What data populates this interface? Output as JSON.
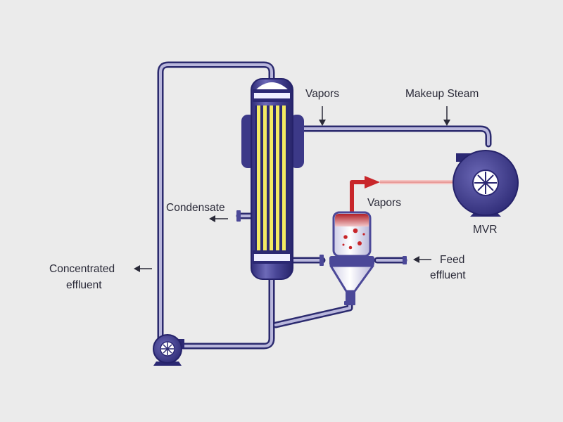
{
  "labels": {
    "vapors_top": "Vapors",
    "makeup_steam": "Makeup Steam",
    "vapors_red": "Vapors",
    "condensate": "Condensate",
    "concentrated_line1": "Concentrated",
    "concentrated_line2": "effluent",
    "feed_line1": "Feed",
    "feed_line2": "effluent",
    "mvr": "MVR"
  },
  "colors": {
    "background": "#ebebeb",
    "pipe_outline": "#2b2a6e",
    "pipe_fill": "#b9b7dc",
    "vessel": "#4b4898",
    "tube_yellow": "#f3ea62",
    "vapor_red": "#c8262a",
    "text": "#2a2a38"
  },
  "icons": [
    "fan-impeller-icon",
    "arrow-icon"
  ]
}
